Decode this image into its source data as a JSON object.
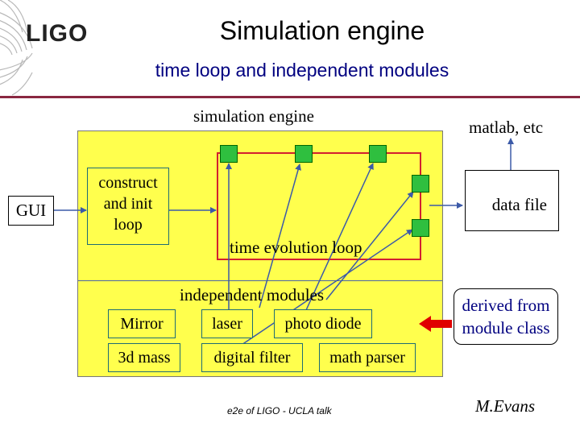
{
  "header": {
    "logo_text": "LIGO",
    "title": "Simulation engine",
    "subtitle": "time loop and independent modules"
  },
  "diagram": {
    "engine_label": "simulation engine",
    "matlab_label": "matlab, etc",
    "gui_label": "GUI",
    "construct_label_lines": [
      "construct",
      "and init",
      "loop"
    ],
    "data_file_label": "data file",
    "time_loop_label": "time evolution loop",
    "modules_label": "independent modules",
    "modules": {
      "mirror": "Mirror",
      "laser": "laser",
      "photo_diode": "photo diode",
      "mass": "3d mass",
      "digital_filter": "digital filter",
      "math_parser": "math parser"
    },
    "derived_label_lines": [
      "derived from",
      "module class"
    ]
  },
  "footer": {
    "talk": "e2e of LIGO - UCLA talk",
    "author": "M.Evans"
  },
  "colors": {
    "engine_fill": "#ffff4d",
    "loop_red": "#d22030",
    "arrow_blue": "#3c5aa8",
    "node_green": "#2fbf3f",
    "subtitle": "#000080",
    "derived_arrow": "#e00000"
  }
}
